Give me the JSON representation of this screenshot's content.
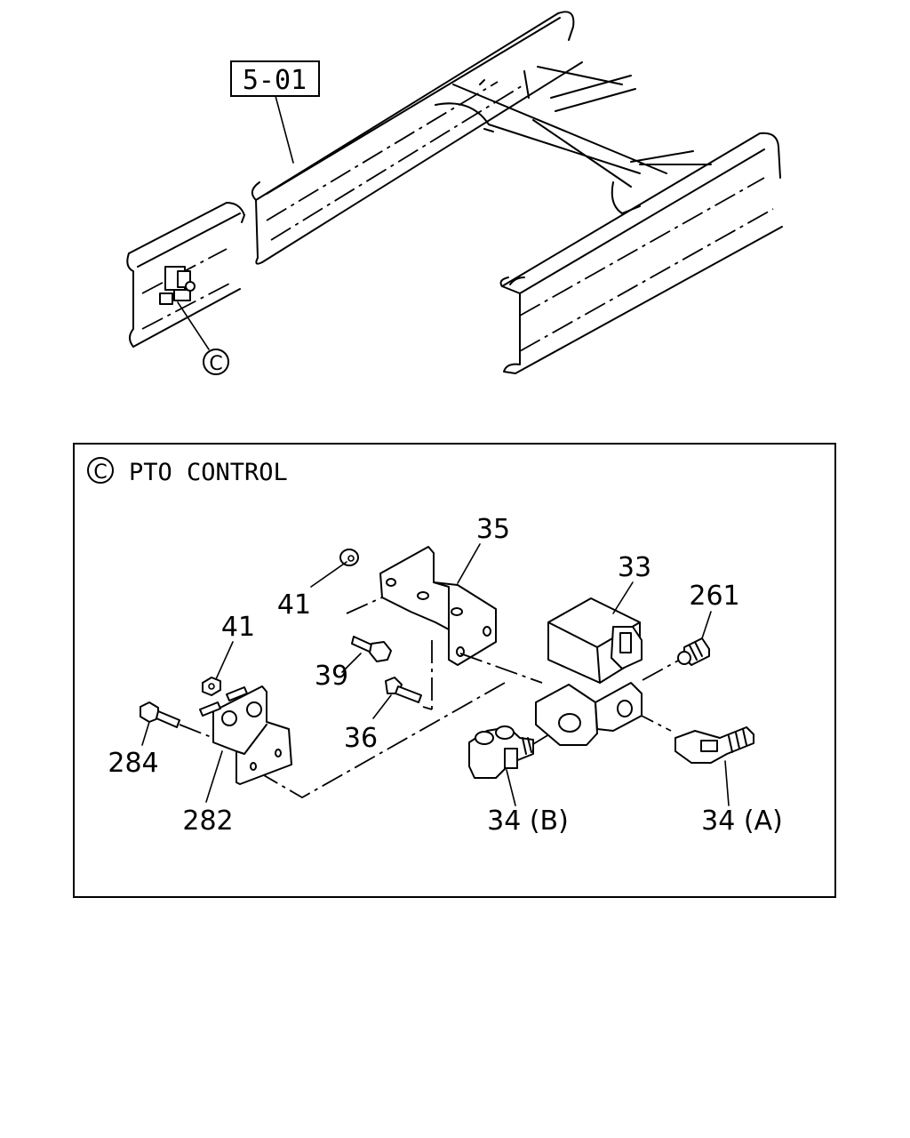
{
  "frame_reference": "5-01",
  "detail_marker": "C",
  "detail_title": "PTO CONTROL",
  "parts": {
    "p35": "35",
    "p33": "33",
    "p261": "261",
    "p41_upper": "41",
    "p41_lower": "41",
    "p39": "39",
    "p36": "36",
    "p284": "284",
    "p282": "282",
    "p34b": "34 (B)",
    "p34a": "34 (A)"
  }
}
